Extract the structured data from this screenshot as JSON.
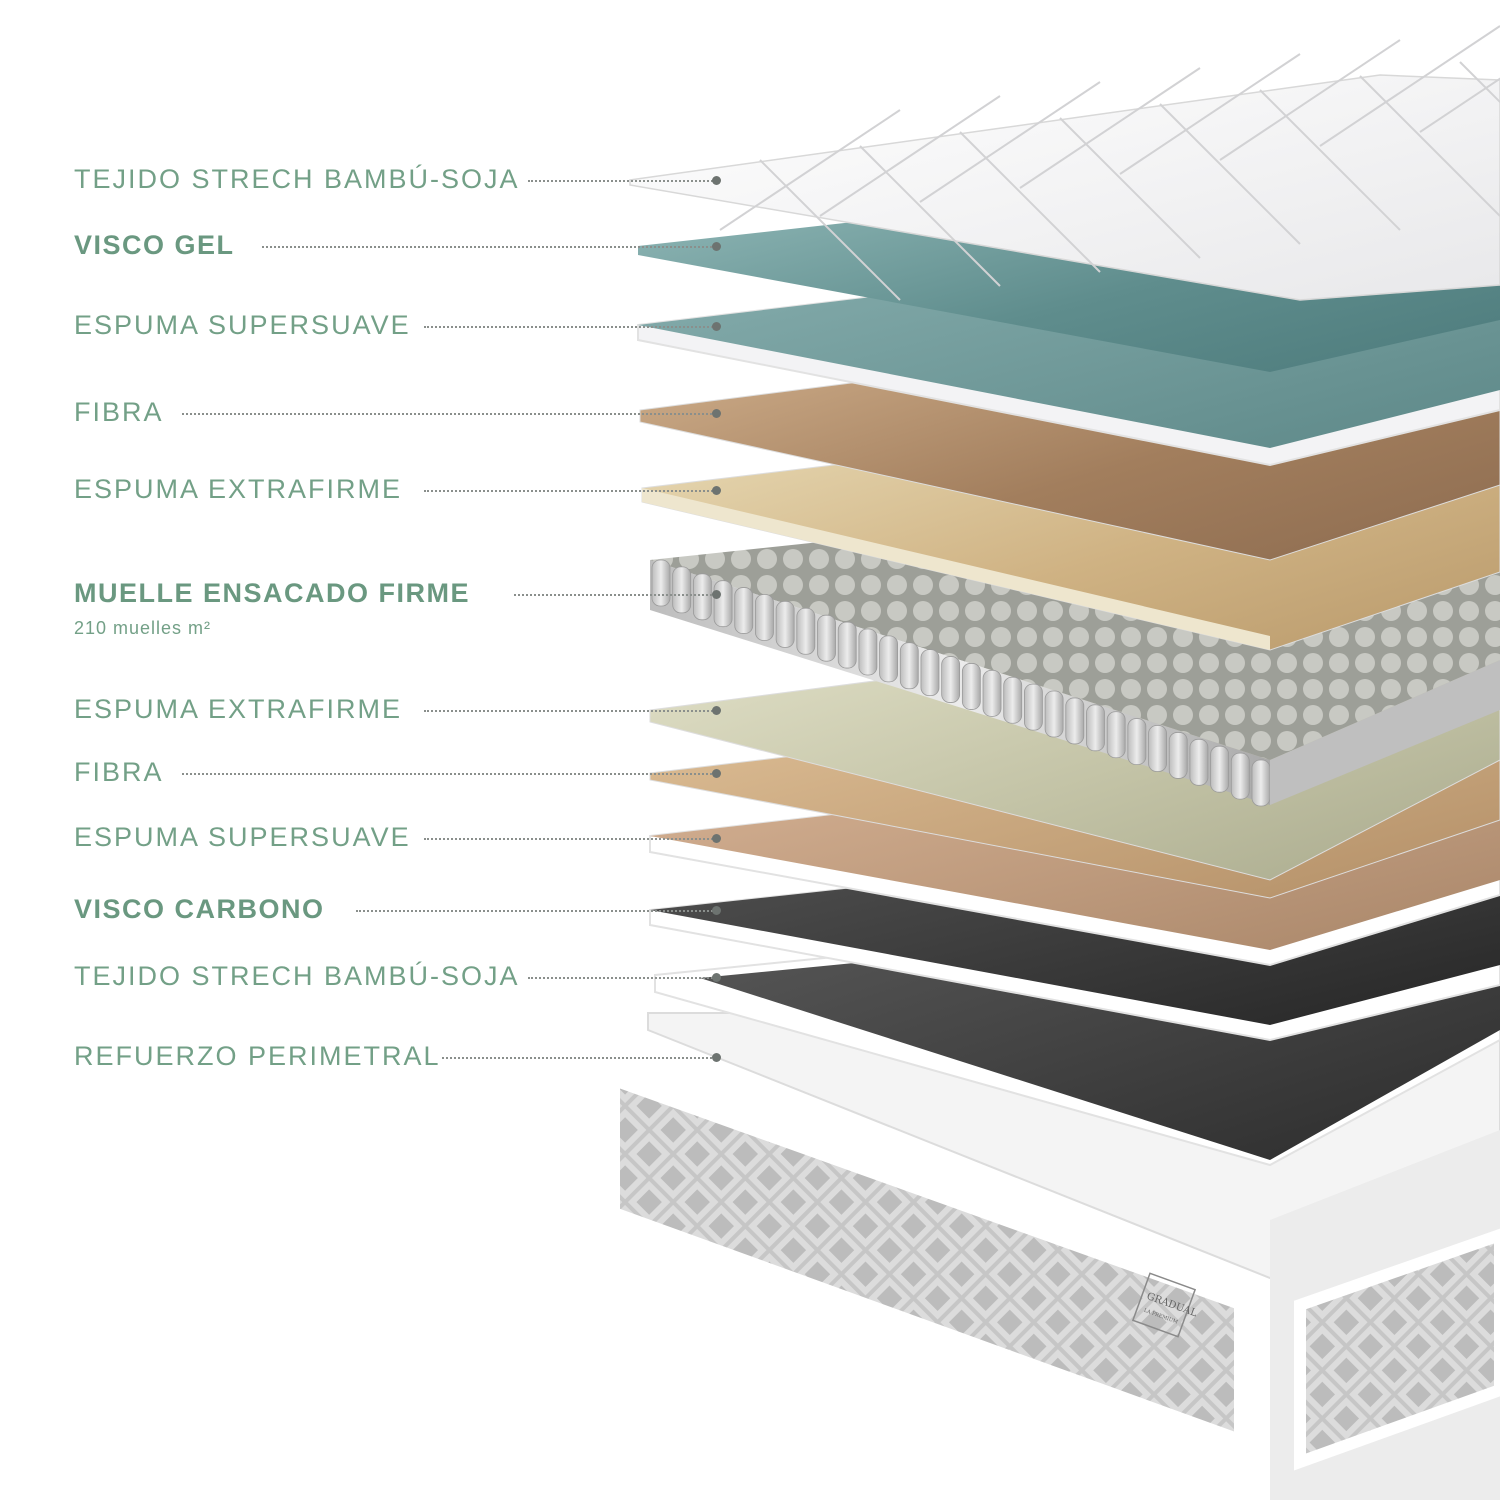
{
  "diagram": {
    "layers": [
      {
        "id": "l1",
        "label": "TEJIDO STRECH BAMBÚ-SOJA",
        "bold": false
      },
      {
        "id": "l2",
        "label": "VISCO GEL",
        "bold": true
      },
      {
        "id": "l3",
        "label": "ESPUMA SUPERSUAVE",
        "bold": false
      },
      {
        "id": "l4",
        "label": "FIBRA",
        "bold": false
      },
      {
        "id": "l5",
        "label": "ESPUMA EXTRAFIRME",
        "bold": false
      },
      {
        "id": "l6",
        "label": "MUELLE ENSACADO FIRME",
        "bold": true,
        "sublabel": "210 muelles m²"
      },
      {
        "id": "l7",
        "label": "ESPUMA EXTRAFIRME",
        "bold": false
      },
      {
        "id": "l8",
        "label": "FIBRA",
        "bold": false
      },
      {
        "id": "l9",
        "label": "ESPUMA SUPERSUAVE",
        "bold": false
      },
      {
        "id": "l10",
        "label": "VISCO CARBONO",
        "bold": true
      },
      {
        "id": "l11",
        "label": "TEJIDO STRECH BAMBÚ-SOJA",
        "bold": false
      },
      {
        "id": "l12",
        "label": "REFUERZO PERIMETRAL",
        "bold": false
      }
    ],
    "brand": {
      "name": "GRADUAL",
      "subname": "LA PREMIUM"
    },
    "colors": {
      "label_text": "#73a087",
      "fabric": "#f4f4f4",
      "visco_gel": "#7fa9aa",
      "supersoft": "#f1f1f3",
      "fibra": "#b99877",
      "extrafirme": "#e3d6ae",
      "springs": "#c9c9c9",
      "visco_carbono": "#4a4a4a",
      "frame": "#f6f6f6"
    }
  }
}
